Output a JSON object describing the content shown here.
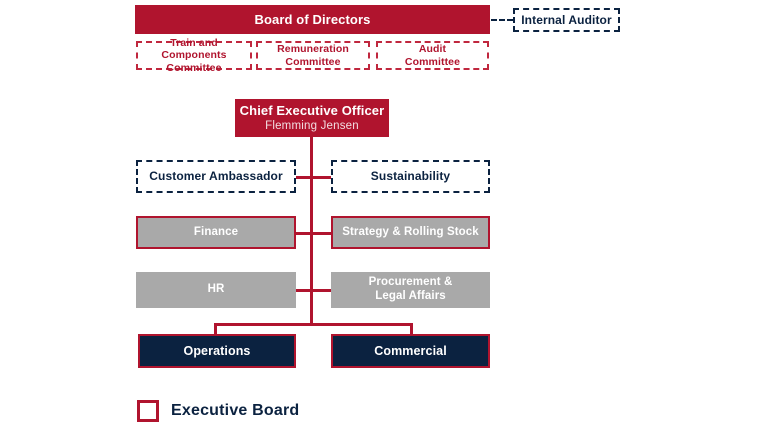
{
  "theme": {
    "red": "#B0142E",
    "navy": "#0B2240",
    "gray": "#A9A9A9",
    "white": "#FFFFFF",
    "background": "#FFFFFF"
  },
  "board": {
    "label": "Board of Directors"
  },
  "internal_auditor": {
    "label": "Internal Auditor"
  },
  "committees": [
    {
      "label": "Train and Components\nCommittee",
      "line1": "Train and Components",
      "line2": "Committee"
    },
    {
      "label": "Remuneration\nCommittee",
      "line1": "Remuneration",
      "line2": "Committee"
    },
    {
      "label": "Audit\nCommittee",
      "line1": "Audit",
      "line2": "Committee"
    }
  ],
  "ceo": {
    "title": "Chief Executive Officer",
    "name": "Flemming Jensen"
  },
  "rows": [
    {
      "left": {
        "label": "Customer Ambassador",
        "style": "dashed-navy"
      },
      "right": {
        "label": "Sustainability",
        "style": "dashed-navy"
      }
    },
    {
      "left": {
        "label": "Finance",
        "style": "gray-red"
      },
      "right": {
        "label": "Strategy & Rolling Stock",
        "style": "gray-red"
      }
    },
    {
      "left": {
        "label": "HR",
        "style": "gray"
      },
      "right": {
        "line1": "Procurement &",
        "line2": "Legal Affairs",
        "style": "gray"
      }
    },
    {
      "left": {
        "label": "Operations",
        "style": "navy-red"
      },
      "right": {
        "label": "Commercial",
        "style": "navy-red"
      }
    }
  ],
  "legend": {
    "label": "Executive Board"
  }
}
